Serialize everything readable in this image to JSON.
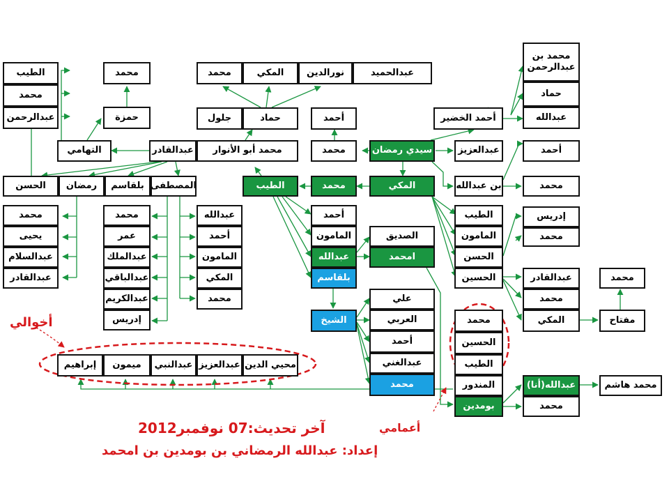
{
  "colors": {
    "line": "#1a9641",
    "green": "#1a9641",
    "blue": "#1ba1e2",
    "red": "#d7191c"
  },
  "labels": {
    "akhwali": "أخوالي",
    "aamami": "أعمامي",
    "updated": "آخر تحديث:07 نوفمبر2012",
    "prepared": "إعداد: عبدالله الرمضاني بن بومدين بن امحمد"
  },
  "nodes": {
    "tayeb_top": "الطيب",
    "mohamed_tl": "محمد",
    "abderrahmane_tl": "عبدالرحمن",
    "mohamed_hamza_top": "محمد",
    "hamza": "حمزة",
    "tuhami": "التهامي",
    "mohamed_top": "محمد",
    "mekki_top": "المكي",
    "noureddine": "نورالدين",
    "abdelhamid": "عبدالحميد",
    "hamad": "حماد",
    "jalloul": "جلول",
    "ahmed_top": "أحمد",
    "mohamed_abouanwar": "محمد أبو الأنوار",
    "abdelkader_mid": "عبدالقادر",
    "mohamed_mid": "محمد",
    "sidi_ramdane": "سيدي رمضان",
    "abdelaziz_r": "عبدالعزيز",
    "ahmed_khedir": "أحمد الخضير",
    "mohamed_ben_abderrahmane": "محمد بن عبدالرحمن",
    "hammad_r": "حماد",
    "abdallah_r": "عبدالله",
    "ahmed_r": "أحمد",
    "ben_abdallah": "بن عبدالله",
    "mohamed_r_row": "محمد",
    "hassan_left": "الحسن",
    "ramdane_left": "رمضان",
    "belkacem_left": "بلقاسم",
    "mustapha": "المصطفى",
    "tayeb_center": "الطيب",
    "mohamed_center": "محمد",
    "mekki_center": "المكي",
    "mohamed_l1": "محمد",
    "yahia": "يحيى",
    "abdessalam": "عبدالسلام",
    "abdelkader_l4": "عبدالقادر",
    "mohamed_b1": "محمد",
    "omar": "عمر",
    "abdelmalek": "عبدالملك",
    "abdelbaki": "عبدالباقي",
    "abdelkarim": "عبدالكريم",
    "idriss_b6": "إدريس",
    "abdallah_m1": "عبدالله",
    "ahmed_m2": "أحمد",
    "mamoun_m3": "المامون",
    "mekki_m4": "المكي",
    "mohamed_m5": "محمد",
    "ahmed_t1": "أحمد",
    "mamoun_t2": "المامون",
    "abdallah_t3": "عبدالله",
    "belkacem_t4": "بلقاسم",
    "seddik": "الصديق",
    "amhamed": "امحمد",
    "cheikh": "الشيخ",
    "ali": "علي",
    "larbi": "العربي",
    "ahmed_c3": "أحمد",
    "abdelghani": "عبدالغني",
    "mohamed_c5": "محمد",
    "tayeb_rr": "الطيب",
    "mamoun_rr": "المامون",
    "hassan_rr": "الحسن",
    "houcine_rr": "الحسين",
    "idriss_rr": "إدريس",
    "mohamed_rr2": "محمد",
    "abdelkader_rr": "عبدالقادر",
    "mohamed_rr3": "محمد",
    "mekki_rr": "المكي",
    "moftah": "مفتاح",
    "mohamed_far": "محمد",
    "mohamed_u1": "محمد",
    "houcine_u2": "الحسين",
    "tayeb_u3": "الطيب",
    "mandour": "المندور",
    "boumediene": "بومدين",
    "abdallah_ana": "عبدالله(أنا)",
    "mohamed_bm2": "محمد",
    "mohamed_hachem": "محمد هاشم",
    "ibrahim": "إبراهيم",
    "maimoun": "ميمون",
    "abdennabi": "عبدالنبي",
    "abdelaziz_m": "عبدالعزيز",
    "mahieddine": "محيي الدين"
  }
}
